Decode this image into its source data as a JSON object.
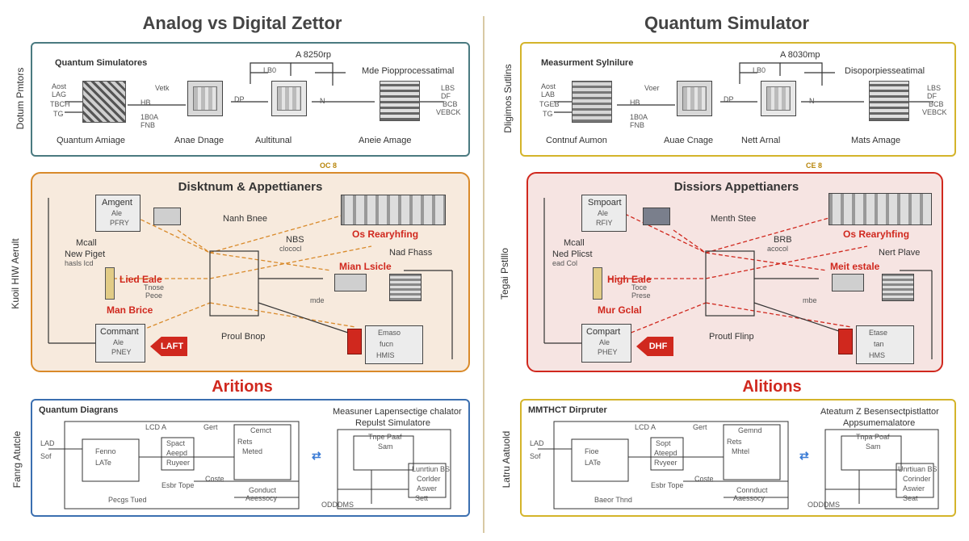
{
  "left": {
    "title": "Analog vs Digital Zettor",
    "colors": {
      "b1": "#4a7a80",
      "b2": "#d98a2a",
      "b2fill": "#f7eadd",
      "b3": "#3b6fb0"
    },
    "b1": {
      "side_label": "Dotum Pmtors",
      "heading": "Quantum Simulatores",
      "top_label": "A 8250rp",
      "in_labels": [
        "Aost",
        "LAG",
        "TBCH",
        "TG"
      ],
      "labels": [
        "Vetk",
        "HB",
        "1B0A",
        "FNB",
        "LB0",
        "DP",
        "N",
        "Mde Piopprocessatimal",
        "LBS",
        "DF",
        "BCB",
        "VEBCK"
      ],
      "captions": [
        "Quantum Amiage",
        "Anae Dnage",
        "Aultitunal",
        "Aneie Amage"
      ]
    },
    "connector": "OC 8",
    "b2": {
      "side_label": "Kuoil HIW Aerult",
      "title": "Disktnum & Appettianers",
      "labels": [
        "Amgent",
        "Ale",
        "PFRY",
        "Mcall",
        "New Piget",
        "hasls Icd",
        "Nanh Bnee",
        "NBS",
        "clococl",
        "Nad Fhass",
        "Tnose",
        "Peoe",
        "mde",
        "Proul Bnop",
        "Emaso",
        "fucn",
        "HMIS",
        "Commant",
        "Ale",
        "PNEY"
      ],
      "red_labels": [
        "Os Rearyhfing",
        "Mian Lsicle",
        "Lied Eale",
        "Man Brice"
      ],
      "arrow": "LAFT"
    },
    "actions": "Aritions",
    "b3": {
      "side_label": "Fanrg Atutcle",
      "heading": "Quantum Diagrans",
      "right_heading": "Measuner Lapensectige chalator",
      "right_sub": "Repulst Simulatore",
      "labels": [
        "LCD A",
        "LAD",
        "Sof",
        "Fenno",
        "LATe",
        "Spact",
        "Aeepd",
        "Ruyeer",
        "Gert",
        "Cemct",
        "Rets",
        "Meted",
        "Esbr Tope",
        "Pecgs Tued",
        "Coste",
        "Gonduct",
        "Aeessocy",
        "Tnpe Paaf",
        "Sam",
        "Lunrtiun BS",
        "Corlder",
        "Aswer",
        "Sett",
        "ODDDMS"
      ]
    }
  },
  "right": {
    "title": "Quantum Simulator",
    "colors": {
      "b1": "#d4b42a",
      "b2": "#d0281e",
      "b2fill": "#f6e4e2",
      "b3": "#d4b42a"
    },
    "b1": {
      "side_label": "Dligimos Sutlins",
      "heading": "Measurment Sylnilure",
      "top_label": "A 8030mp",
      "in_labels": [
        "Aost",
        "LAB",
        "TGEB",
        "TG"
      ],
      "labels": [
        "Voer",
        "HB",
        "1B0A",
        "FNB",
        "LB0",
        "DP",
        "N",
        "Disoporpiesseatimal",
        "LBS",
        "DF",
        "BCB",
        "VEBCK"
      ],
      "captions": [
        "Contnuf Aumon",
        "Auae Cnage",
        "Nett Arnal",
        "Mats Amage"
      ]
    },
    "connector": "CE 8",
    "b2": {
      "side_label": "Tegai Pstlllo",
      "title": "Dissiors Appettianers",
      "labels": [
        "Smpoart",
        "Ale",
        "RFIY",
        "Mcall",
        "Ned Plicst",
        "ead Col",
        "Menth Stee",
        "BRB",
        "acocol",
        "Nert Plave",
        "Toce",
        "Prese",
        "mbe",
        "Proutl Flinp",
        "Etase",
        "tan",
        "HMS",
        "Compart",
        "Ale",
        "PHEY"
      ],
      "red_labels": [
        "Os Rearyhfing",
        "Meit estale",
        "High Eale",
        "Mur Gclal"
      ],
      "arrow": "DHF"
    },
    "actions": "Alitions",
    "b3": {
      "side_label": "Latru Aatuold",
      "heading": "MMTHCT Dirpruter",
      "right_heading": "Ateatum Z Besensectpistlattor",
      "right_sub": "Appsumemalatore",
      "labels": [
        "LCD A",
        "LAD",
        "Sof",
        "Fioe",
        "LATe",
        "Sopt",
        "Ateepd",
        "Rvyeer",
        "Gert",
        "Gemnd",
        "Rets",
        "Mhtel",
        "Esbr Tope",
        "Baeor Thnd",
        "Coste",
        "Connduct",
        "Aaessocy",
        "Tnpa Poaf",
        "Sam",
        "Unrtiuan BS",
        "Corinder",
        "Aswier",
        "Seat",
        "ODDDMS"
      ]
    }
  }
}
